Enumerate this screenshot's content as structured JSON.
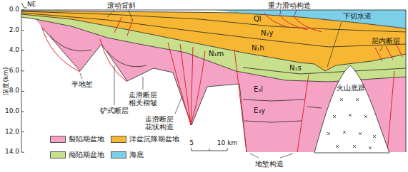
{
  "diagram": {
    "labels": [
      "NE",
      "滚动背斜",
      "重力滑动构造",
      "下切水道",
      "层内断层",
      "Ql",
      "N₂y",
      "N₁h",
      "N₁m",
      "N₁s",
      "E₃l",
      "E₃y",
      "半地堑",
      "铲式断层",
      "走滑断层 相关褶皱",
      "走滑断层 花状构造",
      "地堑构造",
      "火山底辟",
      "深度(km)",
      "0.0",
      "2.0",
      "4.0",
      "6.0",
      "8.0",
      "10.0",
      "12.0",
      "14.0",
      "5",
      "10 km"
    ],
    "legend": [
      {
        "text": "裂陷期盆地",
        "color": "#f4a3c5"
      },
      {
        "text": "洋盆沉降期盆地",
        "color": "#f7b733"
      },
      {
        "text": "拗陷期盆地",
        "color": "#c8df8b"
      },
      {
        "text": "海底",
        "color": "#7ccfe9"
      }
    ]
  }
}
